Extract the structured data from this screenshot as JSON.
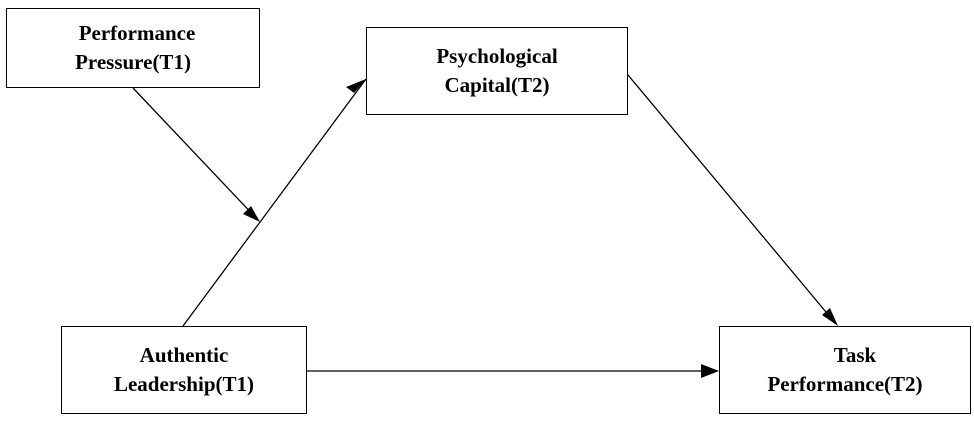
{
  "nodes": {
    "performance_pressure": {
      "line1": "Performance",
      "line2": "Pressure(T1)"
    },
    "psychological_capital": {
      "line1": "Psychological",
      "line2": "Capital(T2)"
    },
    "authentic_leadership": {
      "line1": "Authentic",
      "line2": "Leadership(T1)"
    },
    "task_performance": {
      "line1": "Task",
      "line2": "Performance(T2)"
    }
  },
  "edges": [
    {
      "from": "performance_pressure",
      "to": "authentic_leadership -> psychological_capital path",
      "type": "moderation"
    },
    {
      "from": "authentic_leadership",
      "to": "psychological_capital",
      "type": "direct"
    },
    {
      "from": "psychological_capital",
      "to": "task_performance",
      "type": "direct"
    },
    {
      "from": "authentic_leadership",
      "to": "task_performance",
      "type": "direct"
    }
  ]
}
